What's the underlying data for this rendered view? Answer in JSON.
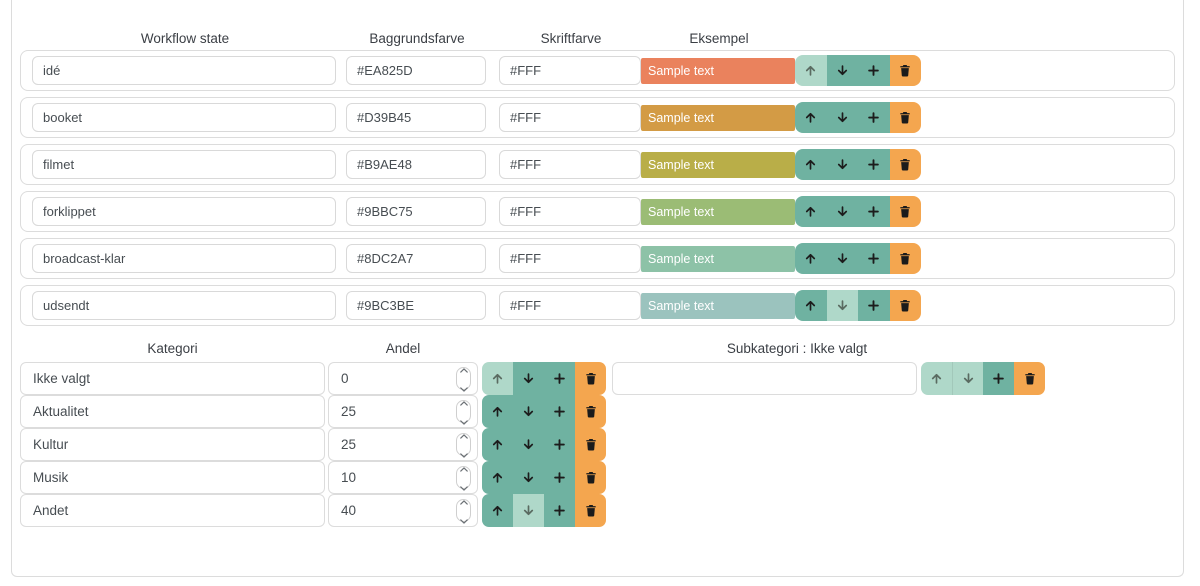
{
  "colors": {
    "teal": "#6FB2A1",
    "teal_disabled": "#AFD8C9",
    "orange": "#F4A64F"
  },
  "workflow": {
    "headers": {
      "state": "Workflow state",
      "background": "Baggrundsfarve",
      "font": "Skriftfarve",
      "example": "Eksempel"
    },
    "sample_label": "Sample text",
    "rows": [
      {
        "state": "idé",
        "bg": "#EA825D",
        "font": "#FFF",
        "up_disabled": true,
        "down_disabled": false
      },
      {
        "state": "booket",
        "bg": "#D39B45",
        "font": "#FFF",
        "up_disabled": false,
        "down_disabled": false
      },
      {
        "state": "filmet",
        "bg": "#B9AE48",
        "font": "#FFF",
        "up_disabled": false,
        "down_disabled": false
      },
      {
        "state": "forklippet",
        "bg": "#9BBC75",
        "font": "#FFF",
        "up_disabled": false,
        "down_disabled": false
      },
      {
        "state": "broadcast-klar",
        "bg": "#8DC2A7",
        "font": "#FFF",
        "up_disabled": false,
        "down_disabled": false
      },
      {
        "state": "udsendt",
        "bg": "#9BC3BE",
        "font": "#FFF",
        "up_disabled": false,
        "down_disabled": true
      }
    ]
  },
  "categories": {
    "headers": {
      "name": "Kategori",
      "share": "Andel"
    },
    "rows": [
      {
        "name": "Ikke valgt",
        "share": "0",
        "up_disabled": true,
        "down_disabled": false
      },
      {
        "name": "Aktualitet",
        "share": "25",
        "up_disabled": false,
        "down_disabled": false
      },
      {
        "name": "Kultur",
        "share": "25",
        "up_disabled": false,
        "down_disabled": false
      },
      {
        "name": "Musik",
        "share": "10",
        "up_disabled": false,
        "down_disabled": false
      },
      {
        "name": "Andet",
        "share": "40",
        "up_disabled": false,
        "down_disabled": true
      }
    ]
  },
  "subcategory": {
    "header": "Subkategori : Ikke valgt",
    "value": "",
    "up_disabled": true,
    "down_disabled": true
  }
}
